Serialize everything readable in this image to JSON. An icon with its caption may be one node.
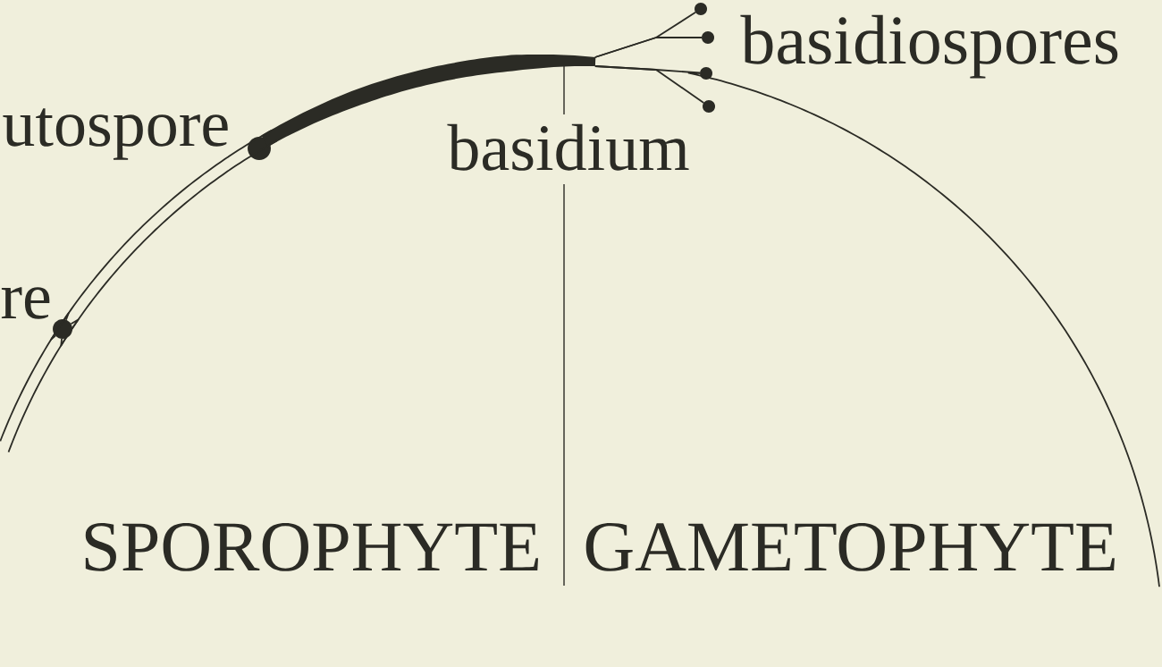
{
  "diagram": {
    "nodes": [
      {
        "text": [],
        "shape": "circle",
        "beside": [
          "re"
        ]
      },
      {
        "text": [],
        "shape": "circle",
        "beside": [
          "utospore"
        ]
      },
      {
        "text": [],
        "shape": "bar",
        "beside": [
          "basidium"
        ]
      },
      {
        "text": [],
        "shape": "circle"
      },
      {
        "text": [],
        "shape": "circle"
      },
      {
        "text": [],
        "shape": "circle"
      },
      {
        "text": [],
        "shape": "circle"
      }
    ],
    "edges": [
      {
        "from": null,
        "to": 0,
        "arrow": "none"
      },
      {
        "from": null,
        "to": 0,
        "arrow": "none"
      },
      {
        "from": 0,
        "to": 1,
        "arrow": "none"
      },
      {
        "from": 0,
        "to": 1,
        "arrow": "none"
      },
      {
        "from": 2,
        "to": 3,
        "arrow": "none"
      },
      {
        "from": 2,
        "to": 4,
        "arrow": "none"
      },
      {
        "from": 2,
        "to": 5,
        "arrow": "none"
      },
      {
        "from": 2,
        "to": 6,
        "arrow": "none"
      },
      {
        "from": 5,
        "to": null,
        "arrow": "none"
      }
    ],
    "labels": [
      "basidiospores",
      "SPOROPHYTE",
      "GAMETOPHYTE"
    ]
  }
}
